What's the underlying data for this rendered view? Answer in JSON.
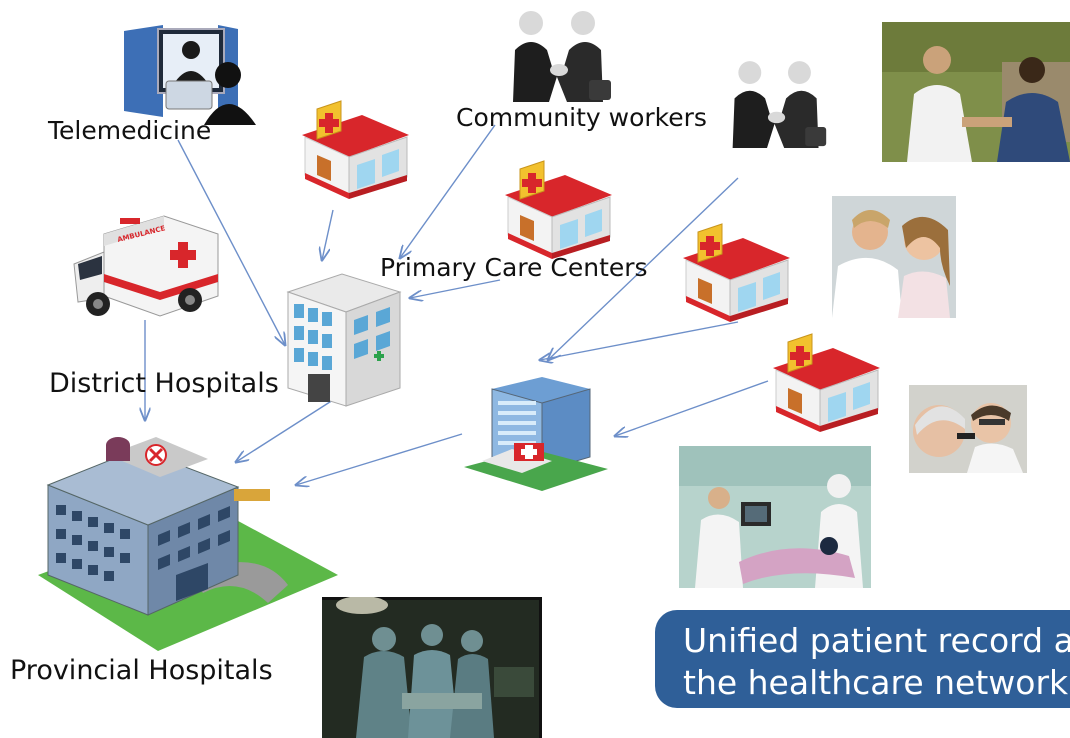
{
  "labels": {
    "telemedicine": "Telemedicine",
    "community_workers": "Community workers",
    "primary_care_centers": "Primary Care Centers",
    "district_hospitals": "District Hospitals",
    "provincial_hospitals": "Provincial Hospitals"
  },
  "banner": {
    "line1": "Unified patient record acr",
    "line2": "the healthcare network"
  },
  "ambulance_text": "AMBULANCE",
  "colors": {
    "banner": "#2f5f98",
    "arrow": "#6d8fc9",
    "clinic_red": "#d8262b",
    "clinic_sign": "#f2c12e"
  },
  "icons": [
    "telemedicine-icon",
    "handshake-icon",
    "clinic-icon",
    "ambulance-icon",
    "hospital-building-icon",
    "provincial-hospital-icon"
  ]
}
